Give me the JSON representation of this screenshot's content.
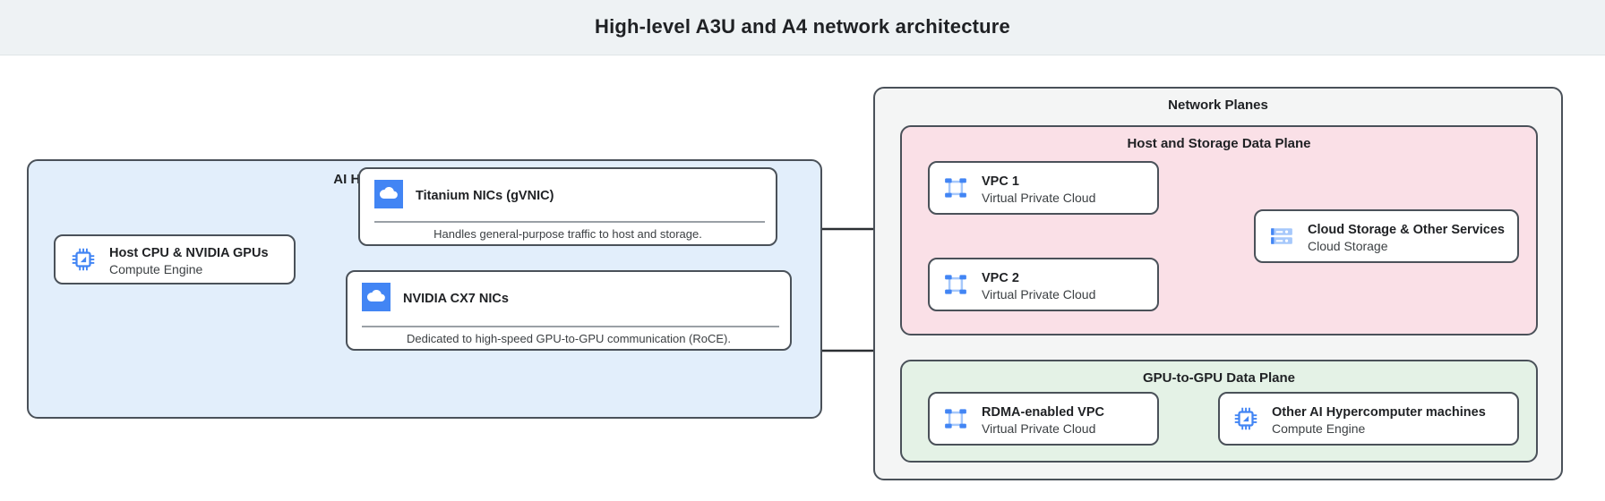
{
  "header": {
    "title": "High-level A3U and A4 network architecture"
  },
  "panels": {
    "machines": {
      "title": "AI Hypercomputer machines"
    },
    "network_planes": {
      "title": "Network Planes"
    },
    "host_storage": {
      "title": "Host and Storage Data Plane"
    },
    "gpu_plane": {
      "title": "GPU-to-GPU Data Plane"
    }
  },
  "cards": {
    "host_cpu": {
      "title": "Host CPU & NVIDIA GPUs",
      "subtitle": "Compute Engine",
      "icon": "cpu-chip-icon"
    },
    "titanium": {
      "title": "Titanium NICs (gVNIC)",
      "icon": "cloud-icon",
      "description": "Handles general-purpose traffic to host and storage."
    },
    "cx7": {
      "title": "NVIDIA CX7 NICs",
      "icon": "cloud-icon",
      "description": "Dedicated to high-speed GPU-to-GPU communication (RoCE)."
    },
    "vpc1": {
      "title": "VPC 1",
      "subtitle": "Virtual Private Cloud",
      "icon": "vpc-icon"
    },
    "vpc2": {
      "title": "VPC 2",
      "subtitle": "Virtual Private Cloud",
      "icon": "vpc-icon"
    },
    "storage": {
      "title": "Cloud Storage & Other Services",
      "subtitle": "Cloud Storage",
      "icon": "storage-icon"
    },
    "rdma_vpc": {
      "title": "RDMA-enabled VPC",
      "subtitle": "Virtual Private Cloud",
      "icon": "vpc-icon"
    },
    "other_machines": {
      "title": "Other AI Hypercomputer machines",
      "subtitle": "Compute Engine",
      "icon": "cpu-chip-icon"
    }
  },
  "colors": {
    "header_bg": "#eef2f4",
    "machines_panel": "#e2eefb",
    "planes_panel": "#f4f5f5",
    "host_storage_panel": "#fae0e7",
    "gpu_panel": "#e4f2e6",
    "border": "#4a5159",
    "icon_blue": "#4285f4",
    "icon_blue_light": "#a6c8fb",
    "text": "#1f2124"
  }
}
